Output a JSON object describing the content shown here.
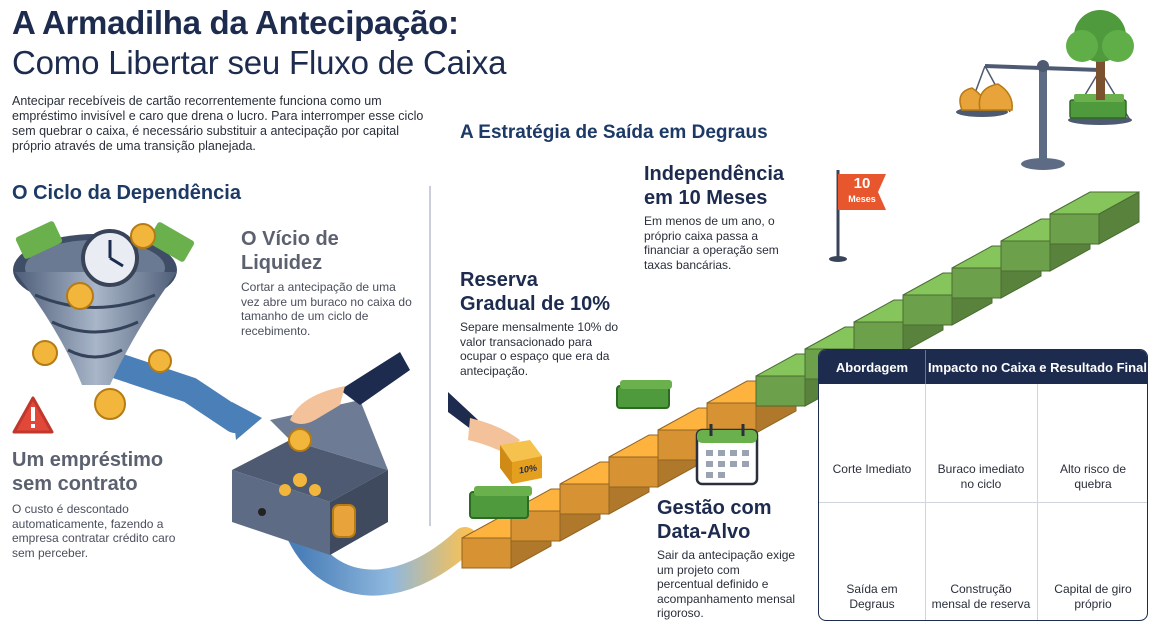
{
  "header": {
    "title": "A Armadilha da Antecipação:",
    "subtitle": "Como Libertar seu Fluxo de Caixa",
    "intro": "Antecipar recebíveis de cartão recorrentemente funciona como um empréstimo invisível e caro que drena o lucro. Para interromper esse ciclo sem quebrar o caixa, é necessário substituir a antecipação por capital próprio através de uma transição planejada."
  },
  "left": {
    "section_title": "O Ciclo da Dependência",
    "vicio_title_1": "O Vício de",
    "vicio_title_2": "Liquidez",
    "vicio_text": "Cortar a antecipação de uma vez abre um buraco no caixa do tamanho de um ciclo de recebimento.",
    "emprestimo_title_1": "Um empréstimo",
    "emprestimo_title_2": "sem contrato",
    "emprestimo_text": "O custo é descontado automaticamente, fazendo a empresa contratar crédito caro sem perceber."
  },
  "right": {
    "section_title": "A Estratégia de Saída em Degraus",
    "reserva_title_1": "Reserva",
    "reserva_title_2": "Gradual de 10%",
    "reserva_text": "Separe mensalmente 10% do valor transacionado para ocupar o espaço que era da antecipação.",
    "independencia_title_1": "Independência",
    "independencia_title_2": "em 10 Meses",
    "independencia_text": "Em menos de um ano, o próprio caixa passa a financiar a operação sem taxas bancárias.",
    "gestao_title_1": "Gestão com",
    "gestao_title_2": "Data-Alvo",
    "gestao_text": "Sair da antecipação exige um projeto com percentual definido e acompanhamento mensal rigoroso.",
    "flag_number": "10",
    "flag_label": "Meses",
    "block_label": "10%"
  },
  "table": {
    "col1_header": "Abordagem",
    "col23_header": "Impacto no Caixa e Resultado Final",
    "rows": [
      {
        "approach": "Corte Imediato",
        "impact": "Buraco imediato no ciclo",
        "result": "Alto risco de quebra"
      },
      {
        "approach": "Saída em Degraus",
        "impact": "Construção mensal de reserva",
        "result": "Capital de giro próprio"
      }
    ]
  },
  "colors": {
    "navy": "#1d2b4f",
    "orange": "#f3a63a",
    "green": "#7cb654",
    "red_alert": "#e2483a",
    "blue_arrow": "#5b93c9"
  }
}
